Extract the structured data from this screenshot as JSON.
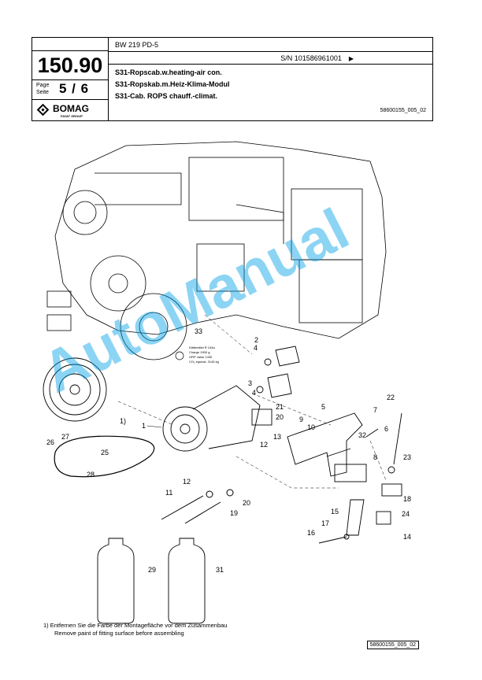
{
  "header": {
    "number": "150.90",
    "page_label_1": "Page",
    "page_label_2": "Seite",
    "page_no": "5 / 6",
    "logo": "BOMAG",
    "logo_sub": "FAYAT GROUP",
    "model": "BW 219 PD-5",
    "serial": "S/N 101586961001",
    "title_en": "S31-Ropscab.w.heating-air con.",
    "title_de": "S31-Ropskab.m.Heiz-Klima-Modul",
    "title_fr": "S31-Cab. ROPS chauff.-climat.",
    "drawing_code": "58600155_005_02"
  },
  "diagram": {
    "part_numbers": [
      "1",
      "2",
      "3",
      "4",
      "4",
      "5",
      "6",
      "7",
      "8",
      "9",
      "10",
      "11",
      "12",
      "12",
      "13",
      "14",
      "15",
      "16",
      "17",
      "18",
      "19",
      "20",
      "20",
      "21",
      "22",
      "23",
      "24",
      "25",
      "26",
      "27",
      "28",
      "29",
      "31",
      "32",
      "33"
    ],
    "note_marker": "1)",
    "label_lines": [
      "Kältemittel R 134a",
      "Charge 1900 g",
      "ORP value 1430",
      "CO₂ equival. 2145 kg"
    ]
  },
  "watermark": "AutoManual",
  "footnote": {
    "line1": "1)  Entfernen Sie die Farbe der Montagefläche vor dem Zusammenbau",
    "line2": "Remove paint of fitting surface before assembling"
  },
  "footer_code": "58600155_005_02"
}
